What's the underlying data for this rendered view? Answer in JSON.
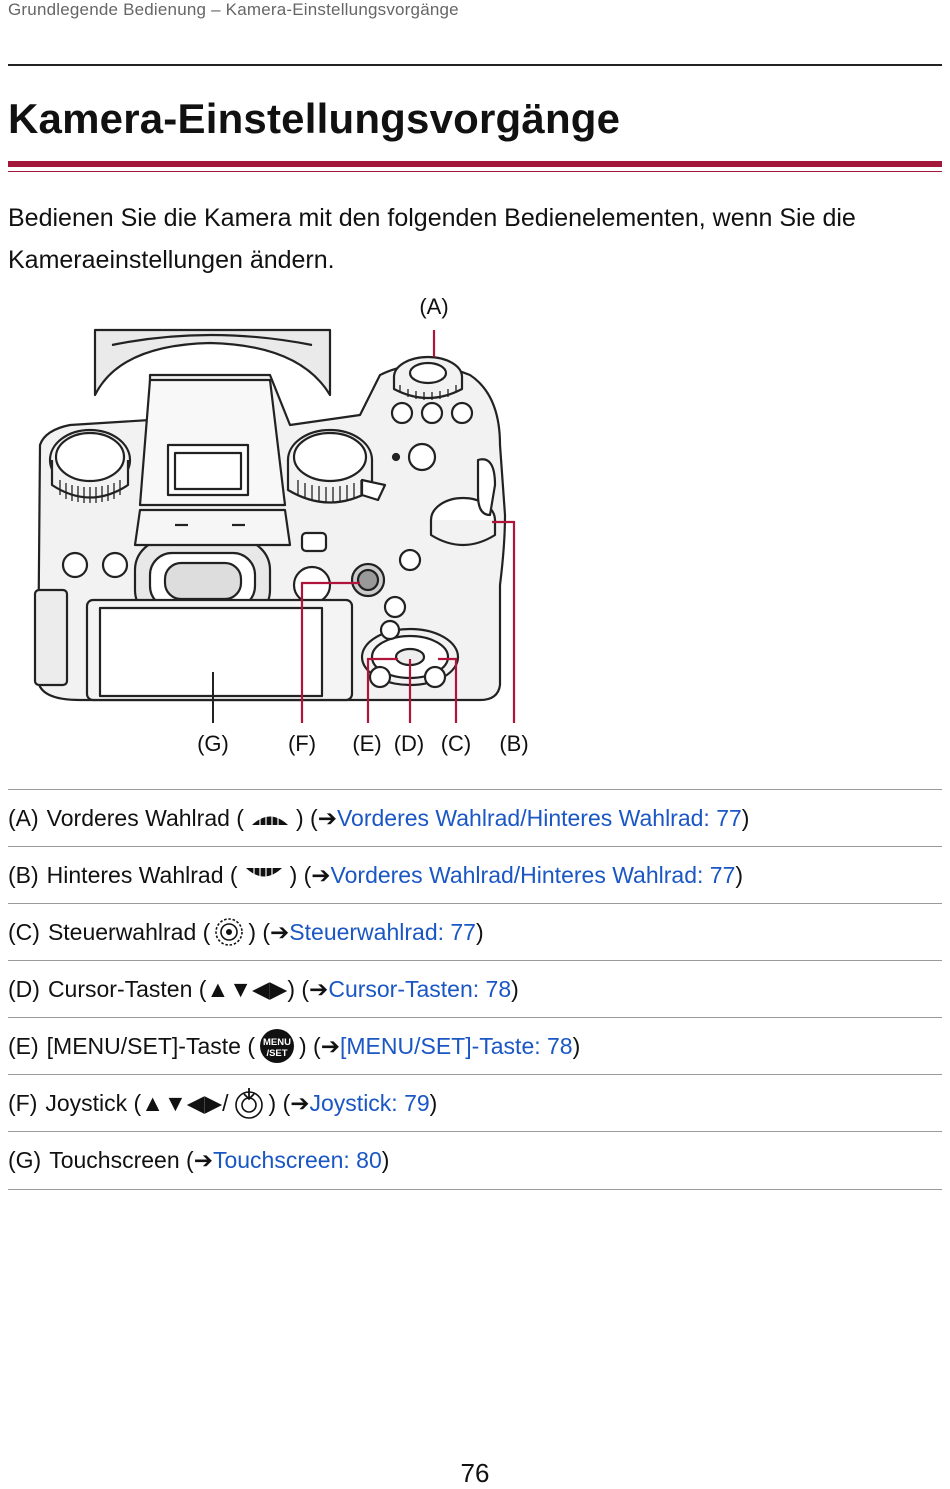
{
  "header": {
    "breadcrumb": "Grundlegende Bedienung – Kamera-Einstellungsvorgänge"
  },
  "page_title": "Kamera-Einstellungsvorgänge",
  "intro_text": "Bedienen Sie die Kamera mit den folgenden Bedienelementen, wenn Sie die Kameraeinstellungen ändern.",
  "figure": {
    "labels": {
      "a": "(A)",
      "b": "(B)",
      "c": "(C)",
      "d": "(D)",
      "e": "(E)",
      "f": "(F)",
      "g": "(G)"
    }
  },
  "legend": [
    {
      "label": "(A)",
      "name": "Vorderes Wahlrad",
      "icon": "front-dial-icon",
      "link": "Vorderes Wahlrad/Hinteres Wahlrad: 77"
    },
    {
      "label": "(B)",
      "name": "Hinteres Wahlrad",
      "icon": "rear-dial-icon",
      "link": "Vorderes Wahlrad/Hinteres Wahlrad: 77"
    },
    {
      "label": "(C)",
      "name": "Steuerwahlrad",
      "icon": "control-dial-icon",
      "link": "Steuerwahlrad: 77"
    },
    {
      "label": "(D)",
      "name": "Cursor-Tasten",
      "symbols": "▲▼◀▶",
      "link": "Cursor-Tasten: 78"
    },
    {
      "label": "(E)",
      "name": "[MENU/SET]-Taste",
      "icon": "menu-set-icon",
      "icon_text_top": "MENU",
      "icon_text_bottom": "/SET",
      "link": "[MENU/SET]-Taste: 78"
    },
    {
      "label": "(F)",
      "name": "Joystick",
      "symbols": "▲▼◀▶/",
      "icon": "joystick-press-icon",
      "link": "Joystick: 79"
    },
    {
      "label": "(G)",
      "name": "Touchscreen",
      "link": "Touchscreen: 80"
    }
  ],
  "colors": {
    "accent_rule": "#a3173b",
    "link": "#1a56c4"
  },
  "page_number": "76"
}
